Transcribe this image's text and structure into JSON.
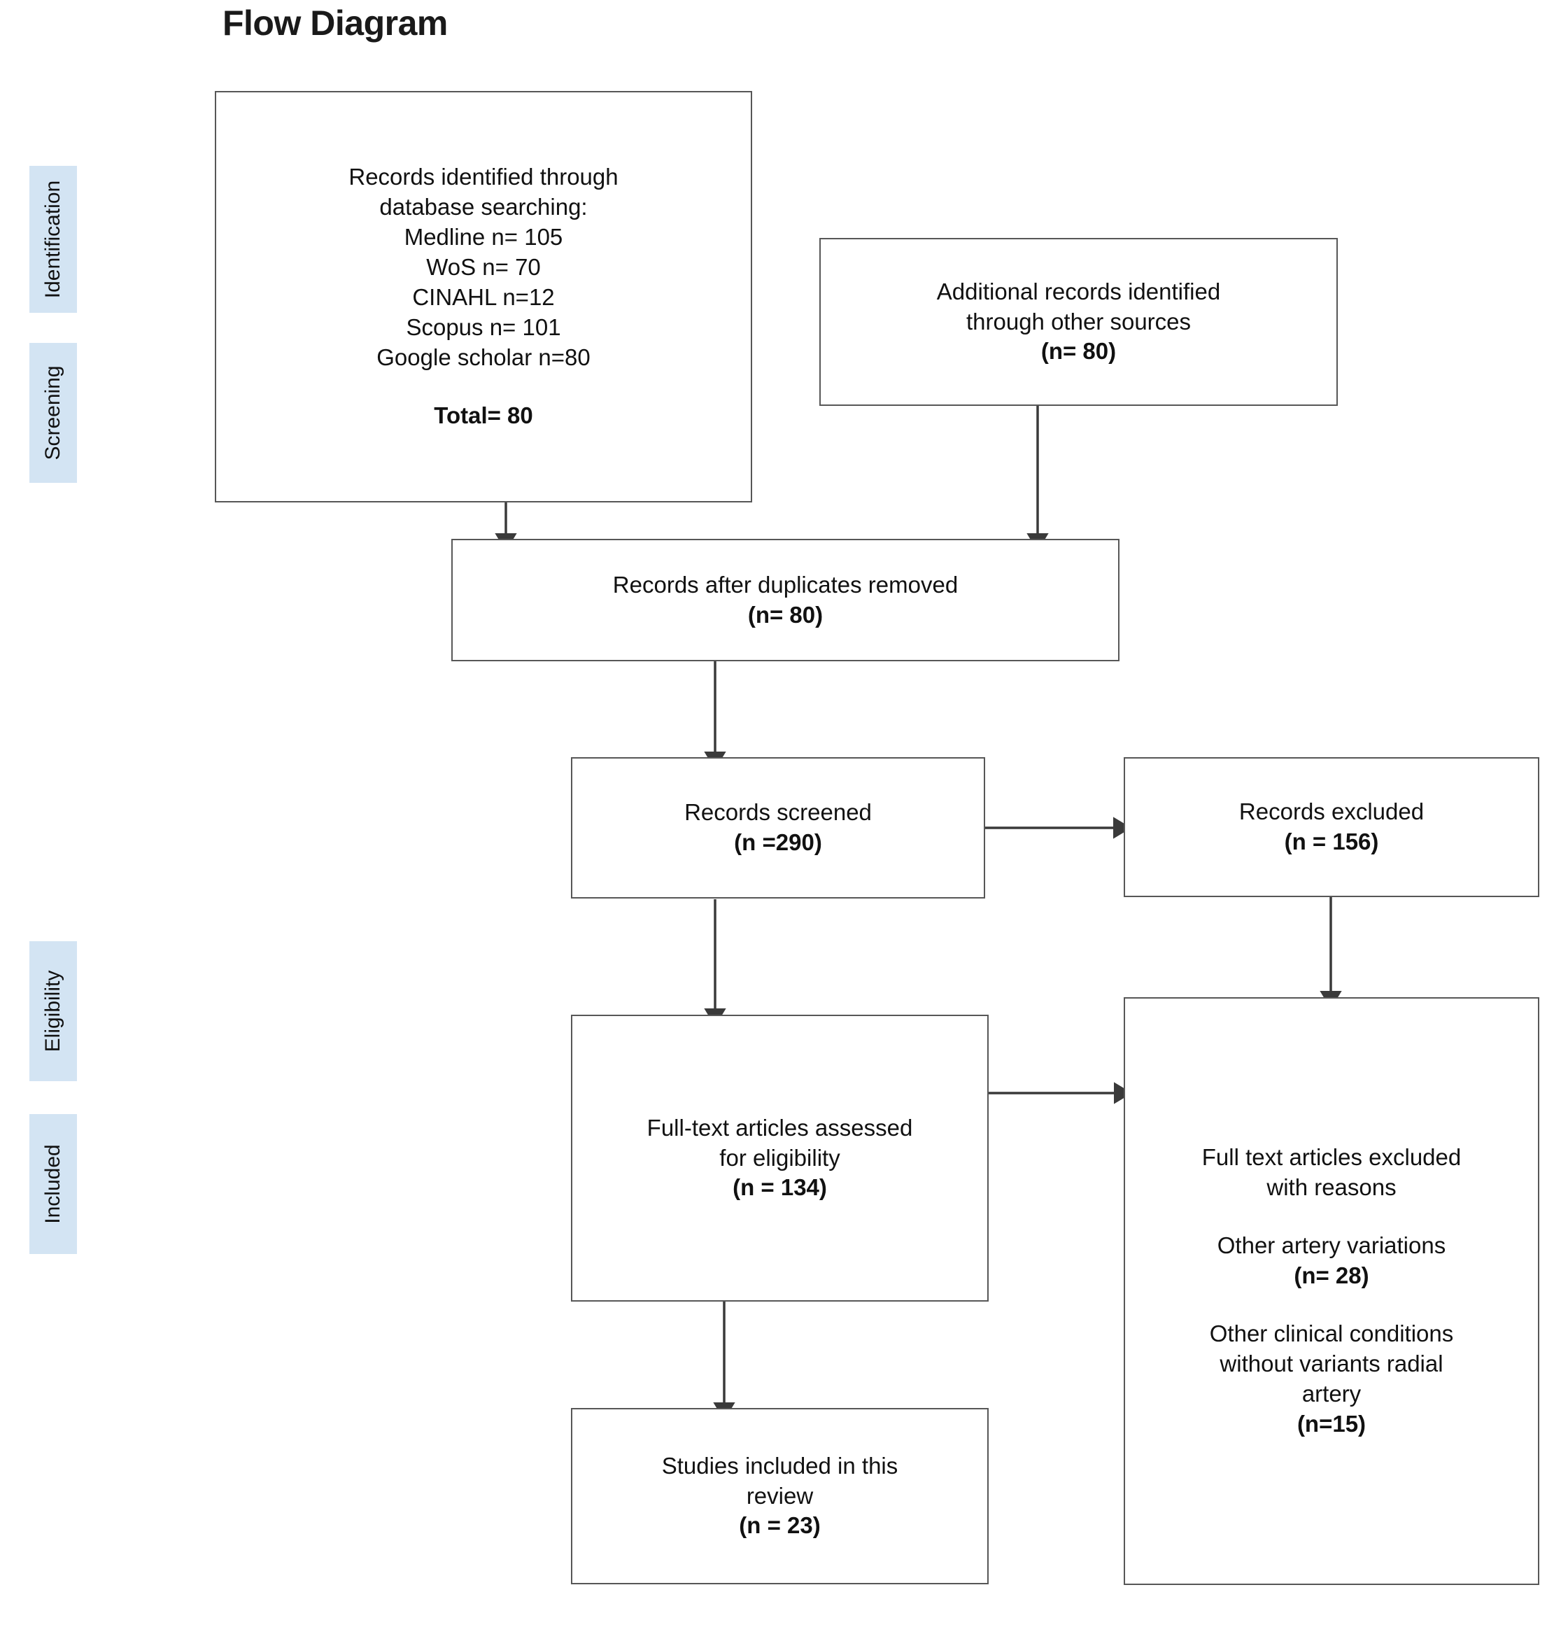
{
  "title": "Flow Diagram",
  "palette": {
    "stage_band": "#d3e4f3",
    "box_border": "#575757",
    "text": "#111111",
    "background": "#ffffff"
  },
  "stages": [
    {
      "label": "Identification"
    },
    {
      "label": "Screening"
    },
    {
      "label": "Eligibility"
    },
    {
      "label": "Included"
    }
  ],
  "nodes": {
    "identified": {
      "line1": "Records identified through\ndatabase searching:\nMedline n= 105\nWoS n= 70\nCINAHL n=12\nScopus n= 101\nGoogle scholar n=80",
      "total": "Total= 80"
    },
    "additional": {
      "line1": "Additional records identified\nthrough other sources",
      "count": "(n= 80)"
    },
    "duplicates_removed": {
      "line1": "Records after duplicates removed",
      "count": "(n= 80)"
    },
    "screened": {
      "line1": "Records screened",
      "count": "(n =290)"
    },
    "records_excluded": {
      "line1": "Records excluded",
      "count": "(n = 156)"
    },
    "fulltext_assessed": {
      "line1": "Full-text articles assessed\nfor eligibility",
      "count": "(n = 134)"
    },
    "fulltext_excluded": {
      "line1": "Full text articles excluded\nwith reasons",
      "reason1": "Other artery variations",
      "reason1_count": "(n= 28)",
      "reason2": "Other clinical conditions\nwithout variants radial\nartery",
      "reason2_count": "(n=15)"
    },
    "included": {
      "line1": "Studies included in this\nreview",
      "count": "(n = 23)"
    }
  },
  "chart_data": {
    "type": "diagram",
    "title": "Flow Diagram",
    "stages": [
      "Identification",
      "Screening",
      "Eligibility",
      "Included"
    ],
    "counts": {
      "Medline": 105,
      "WoS": 70,
      "CINAHL": 12,
      "Scopus": 101,
      "Google scholar": 80,
      "Total identified": 80,
      "Additional records": 80,
      "After duplicates removed": 80,
      "Records screened": 290,
      "Records excluded": 156,
      "Full-text assessed": 134,
      "Excluded - other artery variations": 28,
      "Excluded - other clinical conditions without variants radial artery": 15,
      "Studies included": 23
    },
    "edges": [
      [
        "identified",
        "duplicates_removed"
      ],
      [
        "additional",
        "duplicates_removed"
      ],
      [
        "duplicates_removed",
        "screened"
      ],
      [
        "screened",
        "records_excluded"
      ],
      [
        "screened",
        "fulltext_assessed"
      ],
      [
        "records_excluded",
        "fulltext_excluded"
      ],
      [
        "fulltext_assessed",
        "fulltext_excluded"
      ],
      [
        "fulltext_assessed",
        "included"
      ]
    ]
  }
}
